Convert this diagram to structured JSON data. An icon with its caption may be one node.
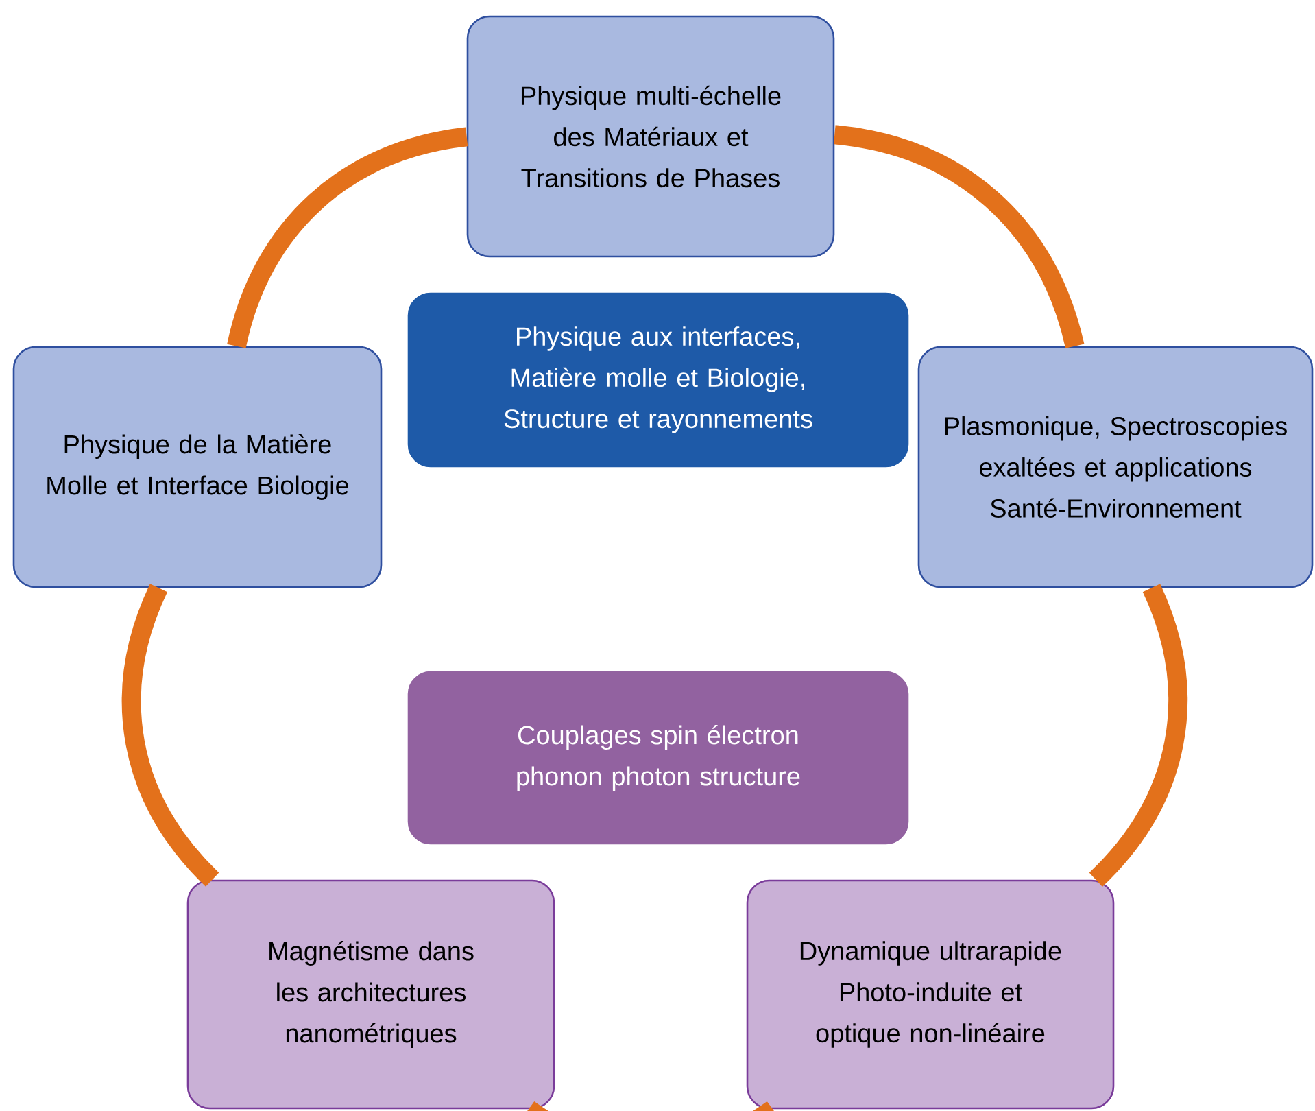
{
  "diagram": {
    "nodes": [
      {
        "text": [
          "Physique multi-échelle des Matériaux et Transitions de Phases"
        ]
      },
      {
        "text": [
          "Physique aux interfaces, Matière molle et Biologie, Structure et rayonnements"
        ]
      },
      {
        "text": [
          "Physique de la Matière Molle et Interface Biologie"
        ]
      },
      {
        "text": [
          "Plasmonique, Spectroscopies exaltées et applications Santé-Environnement"
        ]
      },
      {
        "text": [
          "Couplages spin électron phonon photon structure"
        ]
      },
      {
        "text": [
          "Magnétisme dans les architectures nanométriques"
        ]
      },
      {
        "text": [
          "Dynamique ultrarapide Photo-induite et optique non-linéaire"
        ]
      }
    ],
    "edges": [
      {
        "from": 0,
        "to": 3,
        "arrow": "none"
      },
      {
        "from": 3,
        "to": 6,
        "arrow": "none"
      },
      {
        "from": 6,
        "to": 5,
        "arrow": "none"
      },
      {
        "from": 5,
        "to": 2,
        "arrow": "none"
      },
      {
        "from": 2,
        "to": 0,
        "arrow": "none"
      }
    ]
  }
}
